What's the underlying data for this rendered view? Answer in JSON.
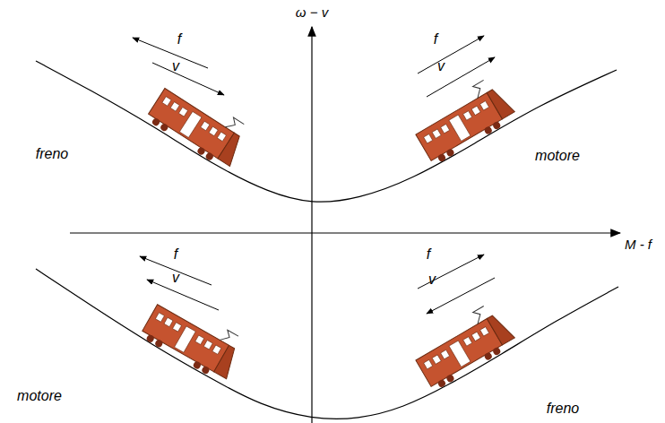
{
  "diagram": {
    "labels": [
      "ω − v",
      "f",
      "f",
      "v",
      "v",
      "freno",
      "motore",
      "M - f",
      "f",
      "f",
      "v",
      "v",
      "motore",
      "freno"
    ]
  }
}
